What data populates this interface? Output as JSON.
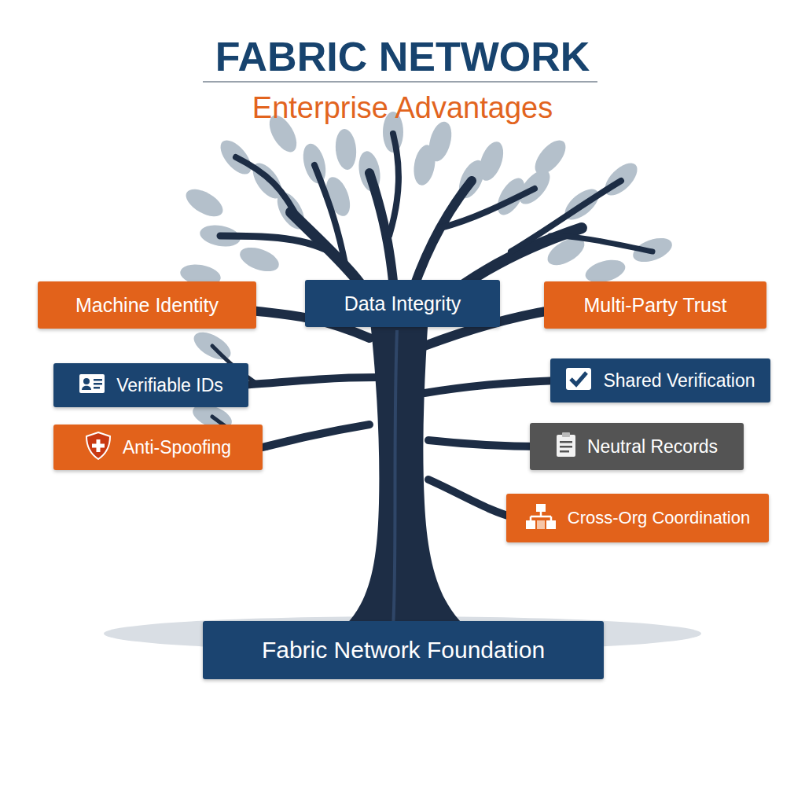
{
  "diagram": {
    "title": "FABRIC NETWORK",
    "nodes": [
      {
        "text": [
          "Machine Identity"
        ]
      },
      {
        "text": [
          "Data Integrity"
        ]
      },
      {
        "text": [
          "Multi-Party Trust"
        ]
      },
      {
        "text": [
          "Verifiable IDs"
        ]
      },
      {
        "text": [
          "Shared Verification"
        ]
      },
      {
        "text": [
          "Anti-Spoofing"
        ]
      },
      {
        "text": [
          "Neutral Records"
        ]
      },
      {
        "text": [
          "Cross-Org Coordination"
        ]
      },
      {
        "text": [
          "Fabric Network Foundation"
        ]
      }
    ],
    "labels": [
      "Enterprise Advantages"
    ]
  }
}
